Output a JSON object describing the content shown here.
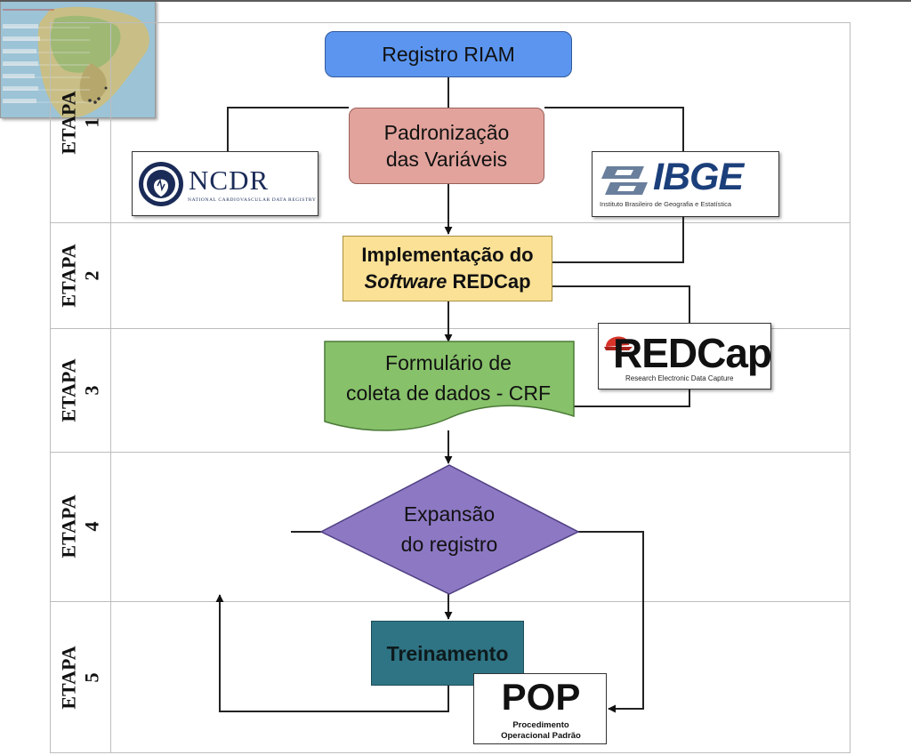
{
  "stages": [
    {
      "word": "ETAPA",
      "num": "1"
    },
    {
      "word": "ETAPA",
      "num": "2"
    },
    {
      "word": "ETAPA",
      "num": "3"
    },
    {
      "word": "ETAPA",
      "num": "4"
    },
    {
      "word": "ETAPA",
      "num": "5"
    }
  ],
  "nodes": {
    "registro": "Registro RIAM",
    "padronizacao_l1": "Padronização",
    "padronizacao_l2": "das Variáveis",
    "implementacao_l1": "Implementação do",
    "implementacao_l2_italic": "Software",
    "implementacao_l2_rest": " REDCap",
    "formulario_l1": "Formulário de",
    "formulario_l2": "coleta de dados - CRF",
    "expansao_l1": "Expansão",
    "expansao_l2": "do registro",
    "treinamento": "Treinamento"
  },
  "logos": {
    "ncdr": {
      "name": "NCDR",
      "subtitle": "NATIONAL CARDIOVASCULAR DATA REGISTRY"
    },
    "ibge": {
      "name": "IBGE",
      "subtitle": "Instituto Brasileiro de Geografia e Estatística"
    },
    "redcap": {
      "name": "REDCap",
      "subtitle": "Research Electronic Data Capture"
    },
    "pop": {
      "name": "POP",
      "subtitle_l1": "Procedimento",
      "subtitle_l2": "Operacional Padrão"
    }
  },
  "colors": {
    "registro": "#5b95ef",
    "padronizacao": "#e1a39c",
    "implementacao": "#fbe196",
    "formulario": "#87c16a",
    "expansao": "#8d78c4",
    "treinamento": "#2f7484"
  }
}
